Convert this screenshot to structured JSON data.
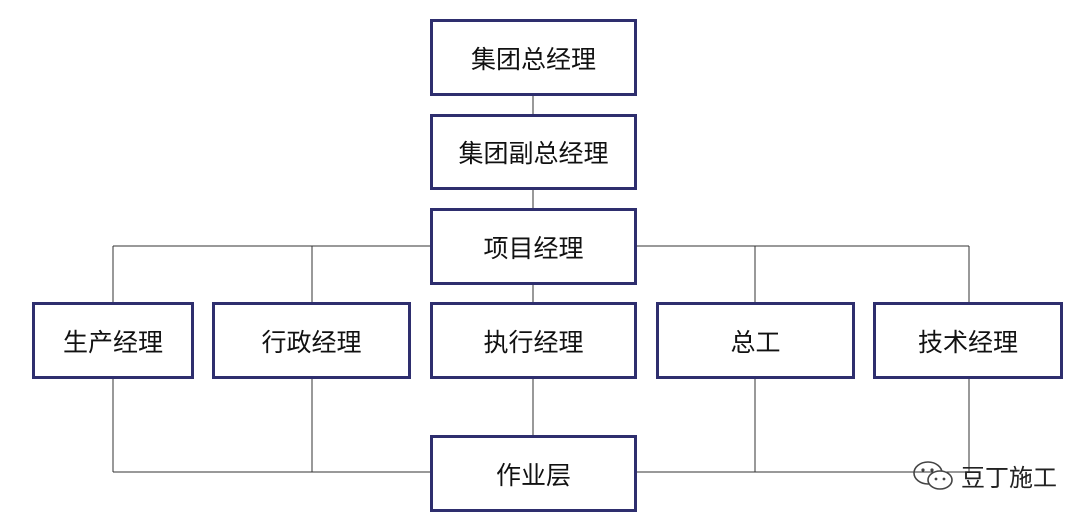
{
  "nodes": {
    "ceo": "集团总经理",
    "vice_ceo": "集团副总经理",
    "project_manager": "项目经理",
    "production_manager": "生产经理",
    "admin_manager": "行政经理",
    "executive_manager": "执行经理",
    "chief_engineer": "总工",
    "technical_manager": "技术经理",
    "operation_layer": "作业层"
  },
  "watermark": {
    "text": "豆丁施工",
    "icon": "wechat-icon"
  },
  "colors": {
    "border": "#2e2e6e",
    "line": "#333333"
  }
}
